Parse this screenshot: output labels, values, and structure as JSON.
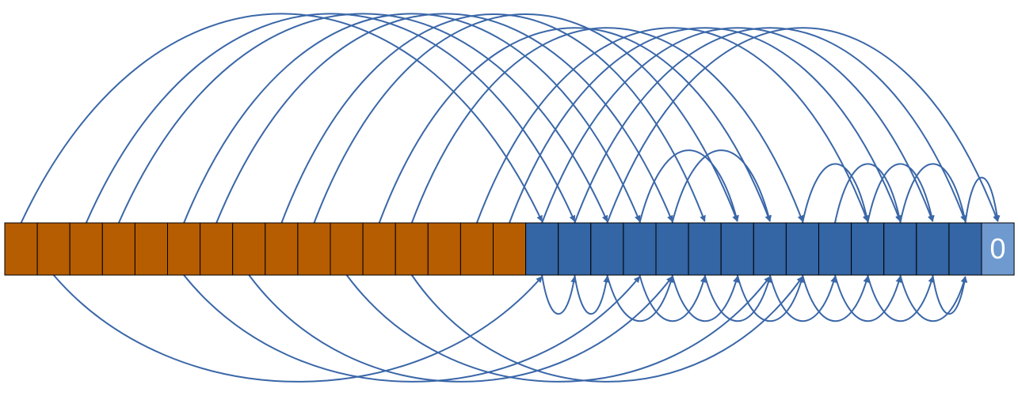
{
  "diagram": {
    "cells": [
      {
        "label": "",
        "type": "orange"
      },
      {
        "label": "",
        "type": "orange"
      },
      {
        "label": "",
        "type": "orange"
      },
      {
        "label": "",
        "type": "orange"
      },
      {
        "label": "",
        "type": "orange"
      },
      {
        "label": "",
        "type": "orange"
      },
      {
        "label": "",
        "type": "orange"
      },
      {
        "label": "",
        "type": "orange"
      },
      {
        "label": "",
        "type": "orange"
      },
      {
        "label": "",
        "type": "orange"
      },
      {
        "label": "",
        "type": "orange"
      },
      {
        "label": "",
        "type": "orange"
      },
      {
        "label": "",
        "type": "orange"
      },
      {
        "label": "",
        "type": "orange"
      },
      {
        "label": "",
        "type": "orange"
      },
      {
        "label": "",
        "type": "orange"
      },
      {
        "label": "",
        "type": "blue"
      },
      {
        "label": "",
        "type": "blue"
      },
      {
        "label": "",
        "type": "blue"
      },
      {
        "label": "",
        "type": "blue"
      },
      {
        "label": "",
        "type": "blue"
      },
      {
        "label": "",
        "type": "blue"
      },
      {
        "label": "",
        "type": "blue"
      },
      {
        "label": "",
        "type": "blue"
      },
      {
        "label": "",
        "type": "blue"
      },
      {
        "label": "",
        "type": "blue"
      },
      {
        "label": "",
        "type": "blue"
      },
      {
        "label": "",
        "type": "blue"
      },
      {
        "label": "",
        "type": "blue"
      },
      {
        "label": "",
        "type": "blue"
      },
      {
        "label": "0",
        "type": "light"
      }
    ],
    "arrows_above": [
      {
        "from": 0,
        "to": 16
      },
      {
        "from": 2,
        "to": 17
      },
      {
        "from": 3,
        "to": 18
      },
      {
        "from": 5,
        "to": 19
      },
      {
        "from": 6,
        "to": 20
      },
      {
        "from": 8,
        "to": 21
      },
      {
        "from": 9,
        "to": 22
      },
      {
        "from": 11,
        "to": 23
      },
      {
        "from": 12,
        "to": 24
      },
      {
        "from": 14,
        "to": 26
      },
      {
        "from": 15,
        "to": 27
      },
      {
        "from": 16,
        "to": 28
      },
      {
        "from": 17,
        "to": 29
      },
      {
        "from": 18,
        "to": 30
      },
      {
        "from": 19,
        "to": 22
      },
      {
        "from": 20,
        "to": 23
      },
      {
        "from": 24,
        "to": 26
      },
      {
        "from": 25,
        "to": 27
      },
      {
        "from": 26,
        "to": 28
      },
      {
        "from": 27,
        "to": 29
      },
      {
        "from": 29,
        "to": 30
      }
    ],
    "arrows_below": [
      {
        "from": 1,
        "to": 16
      },
      {
        "from": 5,
        "to": 19
      },
      {
        "from": 7,
        "to": 20
      },
      {
        "from": 10,
        "to": 23
      },
      {
        "from": 12,
        "to": 24
      },
      {
        "from": 16,
        "to": 17
      },
      {
        "from": 17,
        "to": 18
      },
      {
        "from": 18,
        "to": 20
      },
      {
        "from": 19,
        "to": 21
      },
      {
        "from": 20,
        "to": 22
      },
      {
        "from": 21,
        "to": 23
      },
      {
        "from": 22,
        "to": 24
      },
      {
        "from": 23,
        "to": 25
      },
      {
        "from": 24,
        "to": 26
      },
      {
        "from": 25,
        "to": 27
      },
      {
        "from": 26,
        "to": 28
      },
      {
        "from": 27,
        "to": 29
      },
      {
        "from": 28,
        "to": 29
      }
    ],
    "colors": {
      "orange": "#B55D00",
      "blue": "#3465A4",
      "light": "#6F9AD0",
      "arrow": "#3A67A8",
      "border": "#000000"
    }
  }
}
